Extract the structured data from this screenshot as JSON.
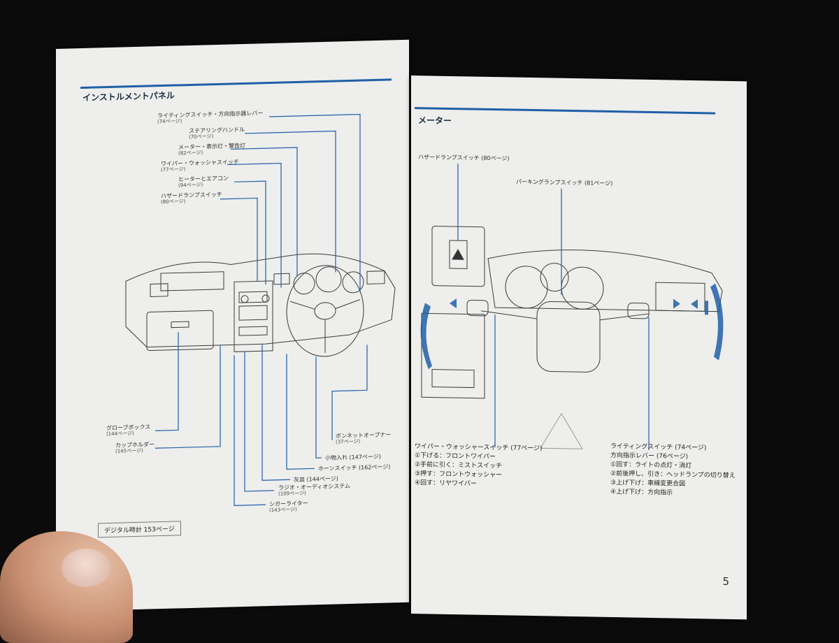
{
  "left": {
    "section_title": "インストルメントパネル",
    "labels": [
      {
        "text": "ライティングスイッチ・方向指示器レバー",
        "page": "(74ページ)"
      },
      {
        "text": "ステアリングハンドル",
        "page": "(70ページ)"
      },
      {
        "text": "メーター・表示灯・警告灯",
        "page": "(82ページ)"
      },
      {
        "text": "ワイパー・ウォッシャスイッチ",
        "page": "(77ページ)"
      },
      {
        "text": "ヒーターとエアコン",
        "page": "(94ページ)"
      },
      {
        "text": "ハザードランプスイッチ",
        "page": "(80ページ)"
      },
      {
        "text": "グローブボックス",
        "page": "(144ページ)"
      },
      {
        "text": "カップホルダー",
        "page": "(145ページ)"
      },
      {
        "text": "ボンネットオープナー",
        "page": "(37ページ)"
      },
      {
        "text": "小物入れ (147ページ)",
        "page": ""
      },
      {
        "text": "ホーンスイッチ (162ページ)",
        "page": ""
      },
      {
        "text": "灰皿 (144ページ)",
        "page": ""
      },
      {
        "text": "ラジオ・オーディオシステム",
        "page": "(109ページ)"
      },
      {
        "text": "シガーライター",
        "page": "(143ページ)"
      }
    ],
    "footer": "デジタル時計 153ページ"
  },
  "right": {
    "section_title": "メーター",
    "labels": [
      {
        "text": "ハザードランプスイッチ (80ページ)"
      },
      {
        "text": "パーキングランプスイッチ (81ページ)"
      }
    ],
    "wiper": {
      "title": "ワイパー・ウォッシャースイッチ (77ページ)",
      "items": [
        "①下げる：フロントワイパー",
        "②手前に引く：ミストスイッチ",
        "③押す：フロントウォッシャー",
        "④回す：リヤワイパー"
      ]
    },
    "lighting": {
      "title": "ライティングスイッチ (74ページ)",
      "subtitle": "方向指示レバー (76ページ)",
      "items": [
        "①回す：ライトの点灯・消灯",
        "②前後押し、引き：ヘッドランプの切り替え",
        "③上げ下げ：車線変更合図",
        "④上げ下げ：方向指示"
      ]
    },
    "page_number": "5"
  },
  "colors": {
    "accent": "#1f5fa8",
    "paper": "#eeeeec",
    "background": "#0b0b0b"
  }
}
